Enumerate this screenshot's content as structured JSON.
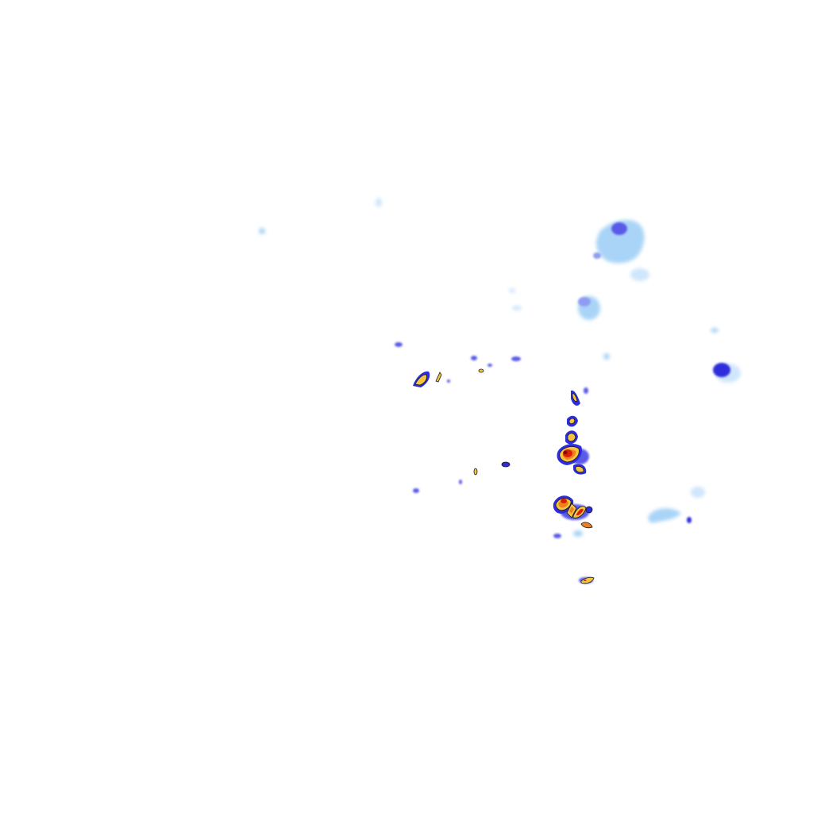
{
  "map": {
    "type": "weather-radar-reflectivity-overlay",
    "background_color": "#ffffff",
    "legend_visible": false,
    "text_labels": []
  },
  "intensity_palette": {
    "very_light": "#cfe6fb",
    "light": "#a9d4f7",
    "moderate": "#8f9cf2",
    "medium": "#5a5ae8",
    "heavy": "#2d2ddc",
    "very_heavy": "#f5c542",
    "intense": "#f07f1e",
    "extreme": "#d81e05",
    "core": "#7a0a00",
    "outline": "#1a1a1a"
  },
  "features": {
    "cells": [
      {
        "id": "ne-cluster-large",
        "intensity": "light"
      },
      {
        "id": "ne-cluster-center",
        "intensity": "medium"
      },
      {
        "id": "east-isolated-cell",
        "intensity": "heavy"
      },
      {
        "id": "central-light-cell",
        "intensity": "moderate"
      },
      {
        "id": "central-line-north",
        "intensity": "very_heavy"
      },
      {
        "id": "central-line-core",
        "intensity": "extreme"
      },
      {
        "id": "central-line-south",
        "intensity": "extreme"
      },
      {
        "id": "west-band",
        "intensity": "very_heavy"
      },
      {
        "id": "southeast-light-band",
        "intensity": "light"
      },
      {
        "id": "southern-trailing-cell",
        "intensity": "very_heavy"
      }
    ]
  }
}
